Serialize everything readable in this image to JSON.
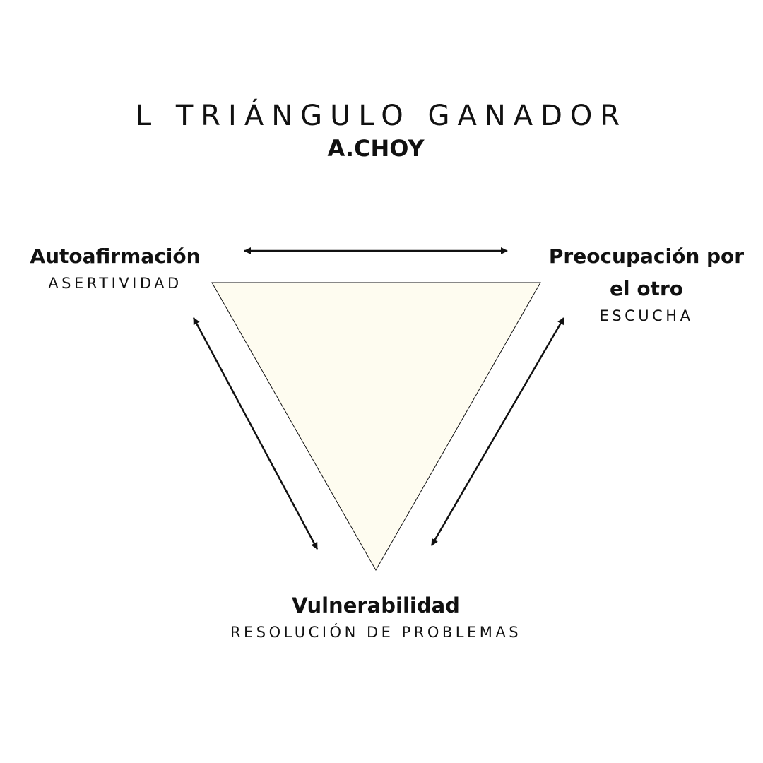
{
  "header": {
    "title": "L TRIÁNGULO GANADOR",
    "author": "A.CHOY"
  },
  "nodes": {
    "left": {
      "label": "Autoafirmación",
      "sublabel": "ASERTIVIDAD"
    },
    "right": {
      "label": "Preocupación por el otro",
      "sublabel": "ESCUCHA"
    },
    "bottom": {
      "label": "Vulnerabilidad",
      "sublabel": "RESOLUCIÓN DE PROBLEMAS"
    }
  },
  "colors": {
    "triangle_fill": "#fefcf0",
    "stroke": "#111111"
  }
}
